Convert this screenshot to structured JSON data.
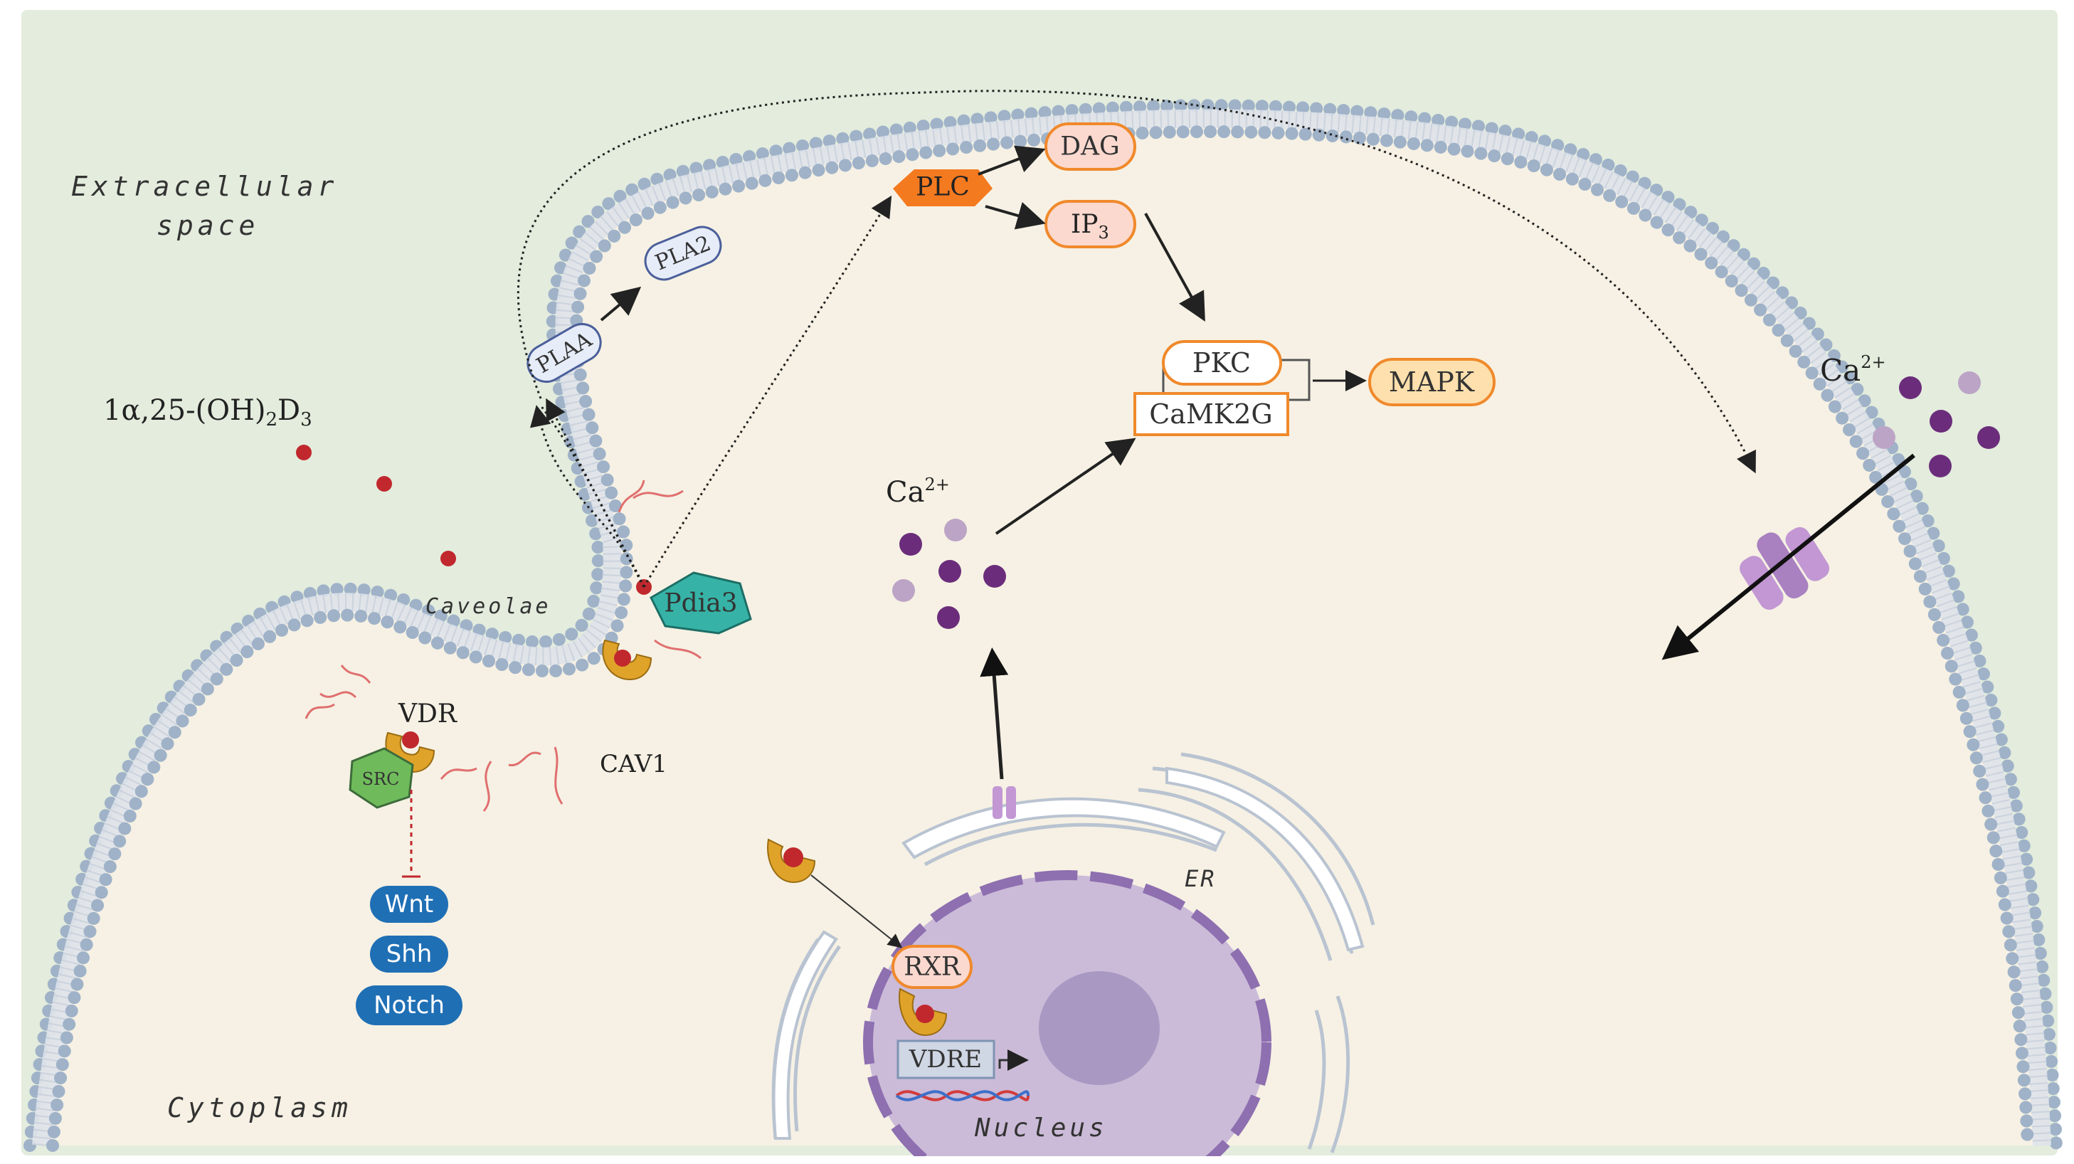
{
  "regions": {
    "extracellular": [
      "Extracellular",
      "space"
    ],
    "cytoplasm": "Cytoplasm",
    "caveolae": "Caveolae",
    "nucleus": "Nucleus",
    "er": "ER"
  },
  "ligand": {
    "prefix": "1α,25-(OH)",
    "sub1": "2",
    "mid": "D",
    "sub2": "3"
  },
  "calcium": {
    "base": "Ca",
    "sup": "2+"
  },
  "nodes": {
    "plaa": "PLAA",
    "pla2": "PLA2",
    "plc": "PLC",
    "dag": "DAG",
    "ip3_base": "IP",
    "ip3_sub": "3",
    "pkc": "PKC",
    "camk2g": "CaMK2G",
    "mapk": "MAPK",
    "pdia3": "Pdia3",
    "vdr": "VDR",
    "src": "SRC",
    "cav1": "CAV1",
    "rxr": "RXR",
    "vdre": "VDRE"
  },
  "pathways": [
    "Wnt",
    "Shh",
    "Notch"
  ],
  "colors": {
    "background": "#e3ecdd",
    "cytoplasm": "#f6f1e4",
    "membrane_bead": "#9fb2c8",
    "nucleus": "#cbbbd8",
    "nucleolus": "#a898c2",
    "plc": "#f47a20",
    "orange_outline": "#f0892b",
    "pdia3": "#36b3a6",
    "vdr_receptor": "#e0a32a",
    "ligand": "#c0282d",
    "calcium_dark": "#6b2d7b",
    "calcium_light": "#bca4c6",
    "blue_pill": "#1f6fb5",
    "src": "#6fbb5b",
    "channel": "#c297d3",
    "caveolin": "#e06f6f"
  }
}
